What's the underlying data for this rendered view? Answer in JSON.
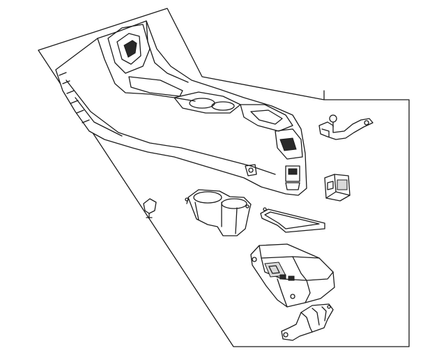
{
  "diagram": {
    "type": "exploded-parts-view",
    "parts": [
      "console-assembly",
      "mounting-bracket",
      "switch-module",
      "clip",
      "cupholder-insert",
      "tray-mat",
      "shifter-bezel",
      "support-bracket"
    ],
    "colors": {
      "line": "#1a1a1a",
      "background": "#ffffff",
      "shade": "#d9d9d9"
    }
  }
}
